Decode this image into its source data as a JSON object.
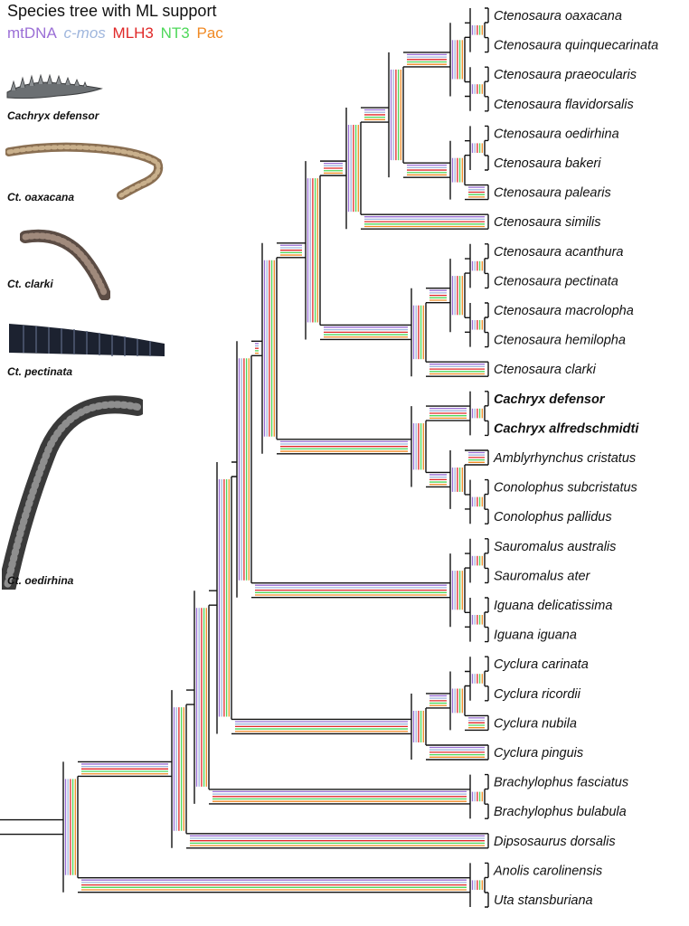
{
  "title": "Species tree with ML support",
  "legend": [
    {
      "label": "mtDNA",
      "color": "#9b6fd6"
    },
    {
      "label": "c-mos",
      "color": "#9fb6dd",
      "italic": true
    },
    {
      "label": "MLH3",
      "color": "#e02828"
    },
    {
      "label": "NT3",
      "color": "#4ed85a"
    },
    {
      "label": "Pac",
      "color": "#f08a24"
    }
  ],
  "taxa": [
    {
      "name": "Ctenosaura oaxacana"
    },
    {
      "name": "Ctenosaura quinquecarinata"
    },
    {
      "name": "Ctenosaura praeocularis"
    },
    {
      "name": "Ctenosaura flavidorsalis"
    },
    {
      "name": "Ctenosaura oedirhina"
    },
    {
      "name": "Ctenosaura bakeri"
    },
    {
      "name": "Ctenosaura palearis"
    },
    {
      "name": "Ctenosaura similis"
    },
    {
      "name": "Ctenosaura acanthura"
    },
    {
      "name": "Ctenosaura pectinata"
    },
    {
      "name": "Ctenosaura macrolopha"
    },
    {
      "name": "Ctenosaura hemilopha"
    },
    {
      "name": "Ctenosaura clarki"
    },
    {
      "name": "Cachryx defensor",
      "bold": true
    },
    {
      "name": "Cachryx alfredschmidti",
      "bold": true
    },
    {
      "name": "Amblyrhynchus cristatus"
    },
    {
      "name": "Conolophus subcristatus"
    },
    {
      "name": "Conolophus pallidus"
    },
    {
      "name": "Sauromalus australis"
    },
    {
      "name": "Sauromalus ater"
    },
    {
      "name": "Iguana delicatissima"
    },
    {
      "name": "Iguana iguana"
    },
    {
      "name": "Cyclura carinata"
    },
    {
      "name": "Cyclura ricordii"
    },
    {
      "name": "Cyclura nubila"
    },
    {
      "name": "Cyclura pinguis"
    },
    {
      "name": "Brachylophus fasciatus"
    },
    {
      "name": "Brachylophus bulabula"
    },
    {
      "name": "Dipsosaurus dorsalis"
    },
    {
      "name": "Anolis carolinensis"
    },
    {
      "name": "Uta stansburiana"
    }
  ],
  "clades": [
    {
      "id": "c_oax_quin",
      "children": [
        0,
        1
      ]
    },
    {
      "id": "c_prae_flav",
      "children": [
        2,
        3
      ]
    },
    {
      "id": "c_oax4",
      "children": [
        "c_oax_quin",
        "c_prae_flav"
      ]
    },
    {
      "id": "c_oed_bak",
      "children": [
        4,
        5
      ]
    },
    {
      "id": "c_oed3",
      "children": [
        "c_oed_bak",
        6
      ]
    },
    {
      "id": "c_oax7",
      "children": [
        "c_oax4",
        "c_oed3"
      ]
    },
    {
      "id": "c_oax8",
      "children": [
        "c_oax7",
        7
      ]
    },
    {
      "id": "c_acan_pect",
      "children": [
        8,
        9
      ]
    },
    {
      "id": "c_macr_hemi",
      "children": [
        10,
        11
      ]
    },
    {
      "id": "c_acan4",
      "children": [
        "c_acan_pect",
        "c_macr_hemi"
      ]
    },
    {
      "id": "c_acan5",
      "children": [
        "c_acan4",
        12
      ]
    },
    {
      "id": "c_cteno",
      "children": [
        "c_oax8",
        "c_acan5"
      ]
    },
    {
      "id": "c_cachryx",
      "children": [
        13,
        14
      ]
    },
    {
      "id": "c_conol",
      "children": [
        16,
        17
      ]
    },
    {
      "id": "c_ambl3",
      "children": [
        15,
        "c_conol"
      ]
    },
    {
      "id": "c_cach_ambl",
      "children": [
        "c_cachryx",
        "c_ambl3"
      ]
    },
    {
      "id": "c_cteno_cach",
      "children": [
        "c_cteno",
        "c_cach_ambl"
      ]
    },
    {
      "id": "c_saur",
      "children": [
        18,
        19
      ]
    },
    {
      "id": "c_iguana",
      "children": [
        20,
        21
      ]
    },
    {
      "id": "c_saur_ig",
      "children": [
        "c_saur",
        "c_iguana"
      ]
    },
    {
      "id": "c_big1",
      "children": [
        "c_cteno_cach",
        "c_saur_ig"
      ]
    },
    {
      "id": "c_car_ric",
      "children": [
        22,
        23
      ]
    },
    {
      "id": "c_car3",
      "children": [
        "c_car_ric",
        24
      ]
    },
    {
      "id": "c_cyclura",
      "children": [
        "c_car3",
        25
      ]
    },
    {
      "id": "c_big2",
      "children": [
        "c_big1",
        "c_cyclura"
      ]
    },
    {
      "id": "c_brachy",
      "children": [
        26,
        27
      ]
    },
    {
      "id": "c_big3",
      "children": [
        "c_big2",
        "c_brachy"
      ]
    },
    {
      "id": "c_iguanidae",
      "children": [
        "c_big3",
        28
      ]
    },
    {
      "id": "c_outg",
      "children": [
        29,
        30
      ]
    },
    {
      "id": "c_root",
      "children": [
        "c_iguanidae",
        "c_outg"
      ]
    }
  ],
  "photos": [
    {
      "caption": "Cachryx defensor",
      "icon": "spiny-tail-photo-icon"
    },
    {
      "caption": "Ct. oaxacana",
      "icon": "curled-tail-photo-icon"
    },
    {
      "caption": "Ct. clarki",
      "icon": "curved-tail-photo-icon"
    },
    {
      "caption": "Ct. pectinata",
      "icon": "dark-tail-photo-icon"
    },
    {
      "caption": "Ct. oedirhina",
      "icon": "long-tail-photo-icon"
    }
  ]
}
